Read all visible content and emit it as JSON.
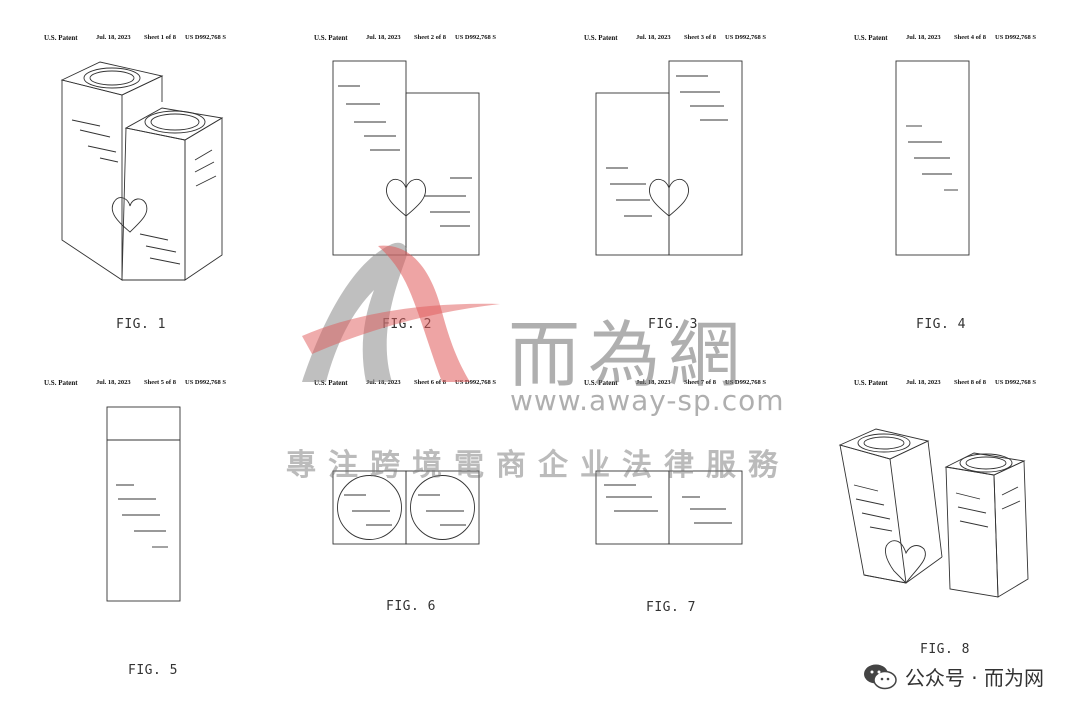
{
  "patent_header": {
    "left": "U.S. Patent",
    "date": "Jul. 18, 2023",
    "number": "US D992,768 S"
  },
  "sheets": [
    {
      "sheet": "Sheet 1 of 8",
      "figure": "FIG. 1"
    },
    {
      "sheet": "Sheet 2 of 8",
      "figure": "FIG. 2"
    },
    {
      "sheet": "Sheet 3 of 8",
      "figure": "FIG. 3"
    },
    {
      "sheet": "Sheet 4 of 8",
      "figure": "FIG. 4"
    },
    {
      "sheet": "Sheet 5 of 8",
      "figure": "FIG. 5"
    },
    {
      "sheet": "Sheet 6 of 8",
      "figure": "FIG. 6"
    },
    {
      "sheet": "Sheet 7 of 8",
      "figure": "FIG. 7"
    },
    {
      "sheet": "Sheet 8 of 8",
      "figure": "FIG. 8"
    }
  ],
  "watermark": {
    "brand_cn": "而為網",
    "url": "www.away-sp.com",
    "tagline": "專注跨境電商企业法律服務",
    "logo_color_red": "#e05a5a",
    "logo_color_gray": "#8a8a8a"
  },
  "footer": {
    "icon": "wechat-icon",
    "text": "公众号 · 而为网"
  }
}
